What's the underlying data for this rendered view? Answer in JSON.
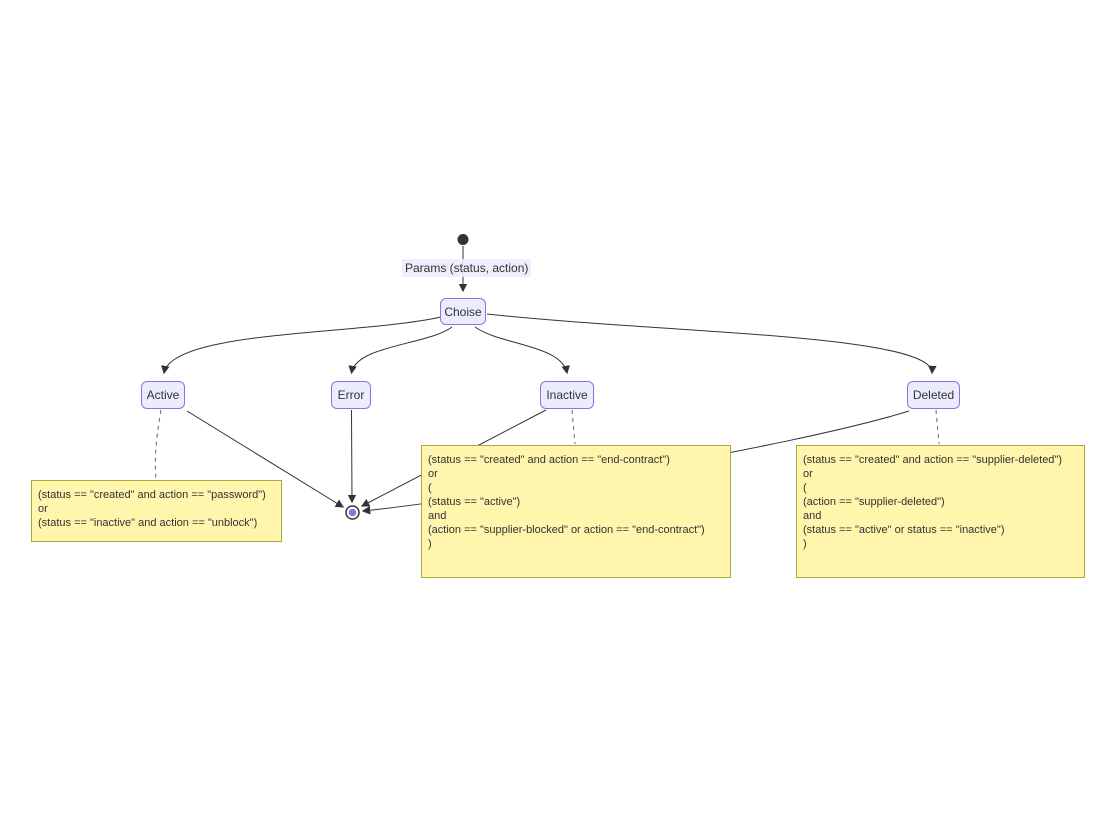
{
  "diagram_type": "state-diagram",
  "colors": {
    "node_fill": "#ECECFF",
    "node_border": "#9370DB",
    "note_fill": "#FFF5AD",
    "note_border": "#AAAA33",
    "edge": "#333333",
    "start_fill": "#333333",
    "end_inner_fill": "#9370DB"
  },
  "states": [
    {
      "id": "choise",
      "label": "Choise"
    },
    {
      "id": "active",
      "label": "Active"
    },
    {
      "id": "error",
      "label": "Error"
    },
    {
      "id": "inactive",
      "label": "Inactive"
    },
    {
      "id": "deleted",
      "label": "Deleted"
    }
  ],
  "transitions": [
    {
      "from": "start",
      "to": "Choise",
      "label": "Params (status, action)"
    },
    {
      "from": "Choise",
      "to": "Active"
    },
    {
      "from": "Choise",
      "to": "Error"
    },
    {
      "from": "Choise",
      "to": "Inactive"
    },
    {
      "from": "Choise",
      "to": "Deleted"
    },
    {
      "from": "Active",
      "to": "end"
    },
    {
      "from": "Error",
      "to": "end"
    },
    {
      "from": "Inactive",
      "to": "end"
    },
    {
      "from": "Deleted",
      "to": "end"
    }
  ],
  "notes": [
    {
      "for": "Active",
      "lines": [
        "(status == \"created\" and action == \"password\")",
        "or",
        "(status == \"inactive\" and action == \"unblock\")"
      ]
    },
    {
      "for": "Inactive",
      "lines": [
        "(status == \"created\" and action == \"end-contract\")",
        "or",
        "(",
        "(status == \"active\")",
        "and",
        "(action == \"supplier-blocked\" or action == \"end-contract\")",
        ")"
      ]
    },
    {
      "for": "Deleted",
      "lines": [
        "(status == \"created\" and action == \"supplier-deleted\")",
        "or",
        "(",
        "(action == \"supplier-deleted\")",
        "and",
        "(status == \"active\" or status == \"inactive\")",
        ")"
      ]
    }
  ]
}
